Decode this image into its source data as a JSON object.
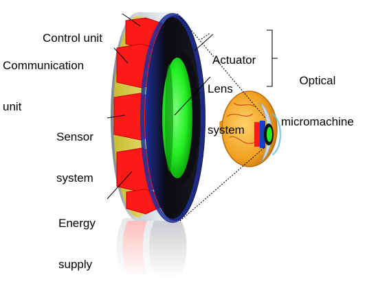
{
  "labels": {
    "control_unit": "Control unit",
    "communication_unit": [
      "Communication",
      "unit"
    ],
    "sensor_system": [
      "Sensor",
      "system"
    ],
    "energy_supply": [
      "Energy",
      "supply"
    ],
    "actuator": "Actuator",
    "lens_system": [
      "Lens",
      "system"
    ],
    "optical_micromachine": [
      "Optical",
      "micromachine"
    ]
  },
  "colors": {
    "housing": "#9aa2aa",
    "housing_light": "#e8ecef",
    "electronics_red": "#ff1a1a",
    "backplate_yellow": "#d8cc3a",
    "actuator_ring": "#0d0d12",
    "actuator_edge": "#1f2f9a",
    "lens_green": "#22ee22",
    "eye_orange": "#f0a020",
    "eye_blue": "#1a3cc8"
  },
  "icons": {
    "device": "implant-device-illustration",
    "eye": "eye-cross-section-illustration"
  }
}
